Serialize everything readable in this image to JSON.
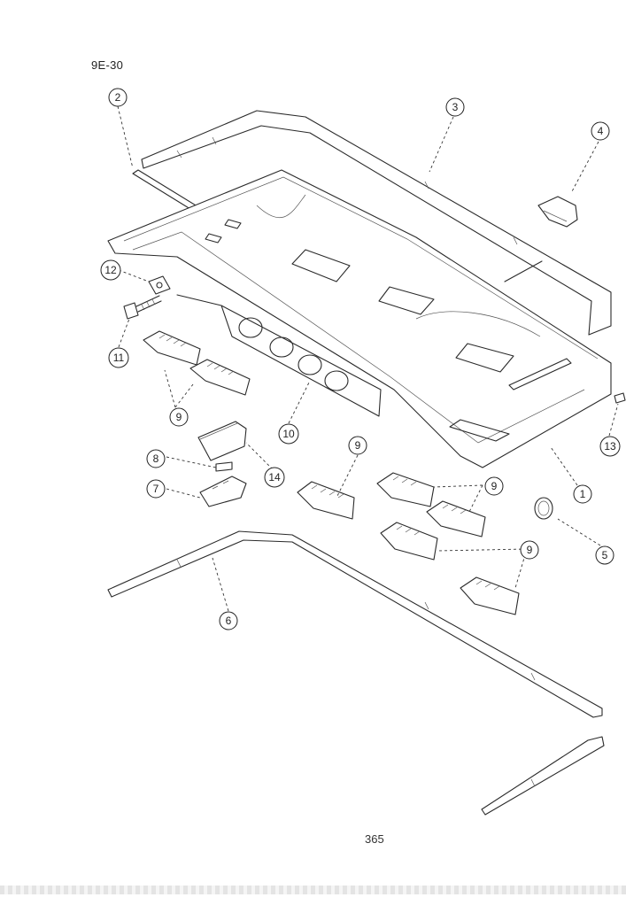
{
  "page": {
    "code": "9E-30",
    "number": "365"
  },
  "callouts": [
    {
      "id": "c1",
      "label": "1"
    },
    {
      "id": "c2",
      "label": "2"
    },
    {
      "id": "c3",
      "label": "3"
    },
    {
      "id": "c4",
      "label": "4"
    },
    {
      "id": "c5",
      "label": "5"
    },
    {
      "id": "c6a",
      "label": "6"
    },
    {
      "id": "c6b",
      "label": "6"
    },
    {
      "id": "c7",
      "label": "7"
    },
    {
      "id": "c8",
      "label": "8"
    },
    {
      "id": "c9a",
      "label": "9"
    },
    {
      "id": "c9b",
      "label": "9"
    },
    {
      "id": "c9c",
      "label": "9"
    },
    {
      "id": "c9d",
      "label": "9"
    },
    {
      "id": "c10",
      "label": "10"
    },
    {
      "id": "c11",
      "label": "11"
    },
    {
      "id": "c12",
      "label": "12"
    },
    {
      "id": "c13",
      "label": "13"
    },
    {
      "id": "c14",
      "label": "14"
    }
  ]
}
